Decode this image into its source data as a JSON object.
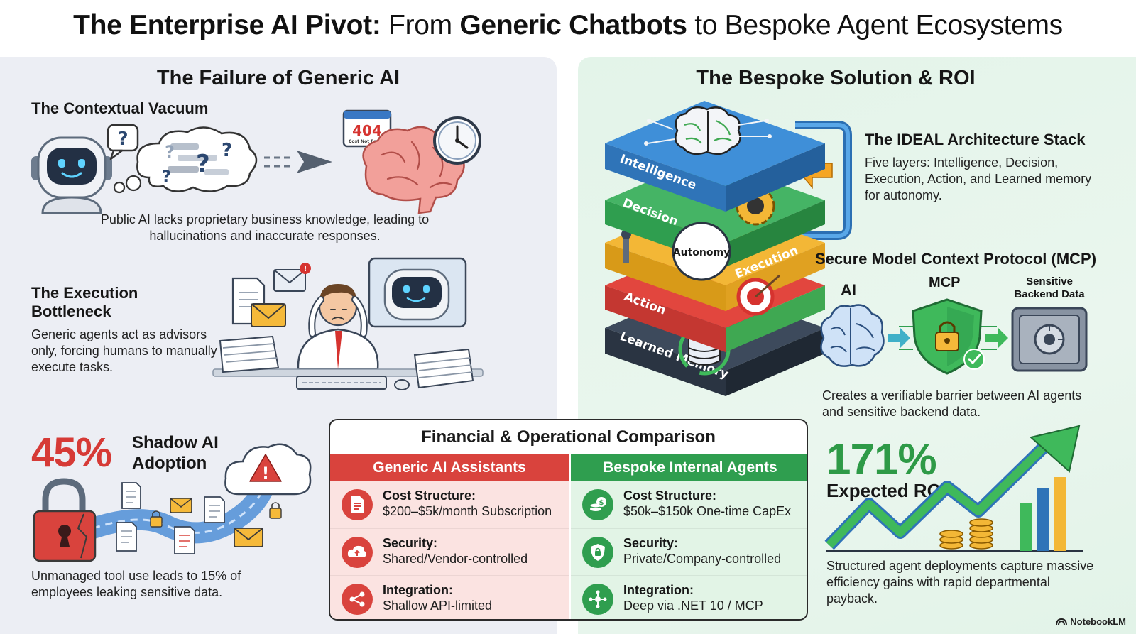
{
  "title": {
    "part1": "The Enterprise AI Pivot:",
    "part2": " From ",
    "part3": "Generic Chatbots",
    "part4": " to Bespoke Agent Ecosystems"
  },
  "left": {
    "title": "The Failure of Generic AI",
    "vacuum": {
      "title": "The Contextual Vacuum",
      "text": "Public AI lacks proprietary business knowledge, leading to hallucinations and inaccurate responses.",
      "error_code": "404",
      "error_text": "Cost Not Found"
    },
    "bottleneck": {
      "title": "The Execution Bottleneck",
      "text": "Generic agents act as advisors only, forcing humans to manually execute tasks."
    },
    "shadow": {
      "stat": "45%",
      "title": "Shadow AI Adoption",
      "text": "Unmanaged tool use leads to 15% of employees leaking sensitive data."
    }
  },
  "right": {
    "title": "The Bespoke Solution & ROI",
    "stack": {
      "layers": [
        "Intelligence",
        "Decision",
        "Execution",
        "Action",
        "Learned Memory"
      ],
      "center": "Autonomy"
    },
    "ideal": {
      "title": "The IDEAL Architecture Stack",
      "text": "Five layers: Intelligence, Decision, Execution, Action, and Learned memory for autonomy."
    },
    "mcp": {
      "title": "Secure Model Context Protocol (MCP)",
      "ai_label": "AI",
      "mcp_label": "MCP",
      "data_label": "Sensitive Backend Data",
      "text": "Creates a verifiable barrier between AI agents and sensitive backend data."
    },
    "roi": {
      "stat": "171%",
      "label": "Expected ROI",
      "text": "Structured agent deployments capture massive efficiency gains with rapid departmental payback."
    }
  },
  "comparison": {
    "title": "Financial & Operational Comparison",
    "generic": {
      "header": "Generic AI Assistants",
      "rows": [
        {
          "label": "Cost Structure:",
          "value": "$200–$5k/month Subscription",
          "icon": "document-icon"
        },
        {
          "label": "Security:",
          "value": "Shared/Vendor-controlled",
          "icon": "cloud-icon"
        },
        {
          "label": "Integration:",
          "value": "Shallow API-limited",
          "icon": "share-icon"
        }
      ]
    },
    "bespoke": {
      "header": "Bespoke Internal Agents",
      "rows": [
        {
          "label": "Cost Structure:",
          "value": "$50k–$150k One-time CapEx",
          "icon": "coins-icon"
        },
        {
          "label": "Security:",
          "value": "Private/Company-controlled",
          "icon": "shield-lock-icon"
        },
        {
          "label": "Integration:",
          "value": "Deep via .NET 10 / MCP",
          "icon": "network-icon"
        }
      ]
    }
  },
  "brand": "NotebookLM",
  "colors": {
    "red": "#d9433d",
    "green": "#2f9e4f",
    "blue": "#2f7fd0",
    "left_bg": "#eceef4",
    "right_bg": "#e3f4e9"
  }
}
